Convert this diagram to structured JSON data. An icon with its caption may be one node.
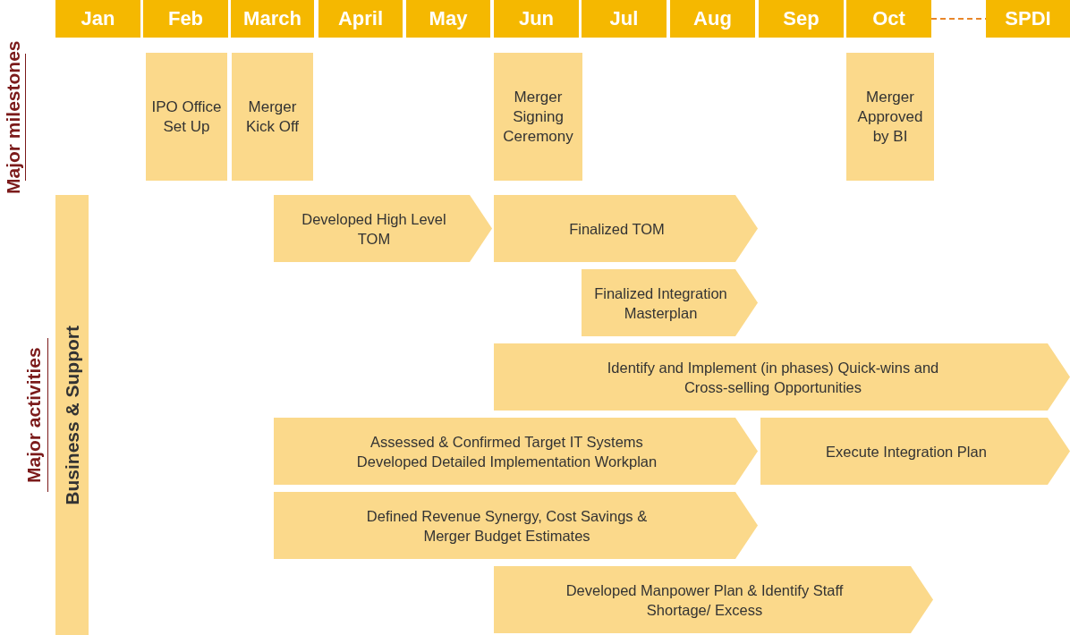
{
  "diagram": {
    "nodes": [
      {
        "text": [
          "Jan"
        ]
      },
      {
        "text": [
          "Feb"
        ]
      },
      {
        "text": [
          "March"
        ]
      },
      {
        "text": [
          "April"
        ]
      },
      {
        "text": [
          "May"
        ]
      },
      {
        "text": [
          "Jun"
        ]
      },
      {
        "text": [
          "Jul"
        ]
      },
      {
        "text": [
          "Aug"
        ]
      },
      {
        "text": [
          "Sep"
        ]
      },
      {
        "text": [
          "Oct"
        ]
      },
      {
        "text": [
          "SPDI"
        ]
      },
      {
        "text": [
          "IPO Office Set Up"
        ]
      },
      {
        "text": [
          "Merger Kick Off"
        ]
      },
      {
        "text": [
          "Merger Signing Ceremony"
        ]
      },
      {
        "text": [
          "Merger Approved by BI"
        ]
      },
      {
        "text": [
          "Business & Support"
        ]
      },
      {
        "text": [
          "Developed High Level TOM"
        ]
      },
      {
        "text": [
          "Finalized TOM"
        ]
      },
      {
        "text": [
          "Finalized Integration Masterplan"
        ]
      },
      {
        "text": [
          "Identify and Implement (in phases) Quick-wins and Cross-selling Opportunities"
        ]
      },
      {
        "text": [
          "Assessed & Confirmed Target IT Systems Developed Detailed Implementation Workplan"
        ]
      },
      {
        "text": [
          "Execute Integration Plan"
        ]
      },
      {
        "text": [
          "Defined Revenue Synergy, Cost Savings & Merger Budget Estimates"
        ]
      },
      {
        "text": [
          "Developed Manpower Plan & Identify Staff Shortage/ Excess"
        ]
      }
    ],
    "edges": [
      {
        "from": 9,
        "to": 10,
        "arrow": "none",
        "style": "dashed",
        "color": "#e8862a"
      }
    ],
    "labels": [
      "Major milestones",
      "Major activities"
    ]
  }
}
